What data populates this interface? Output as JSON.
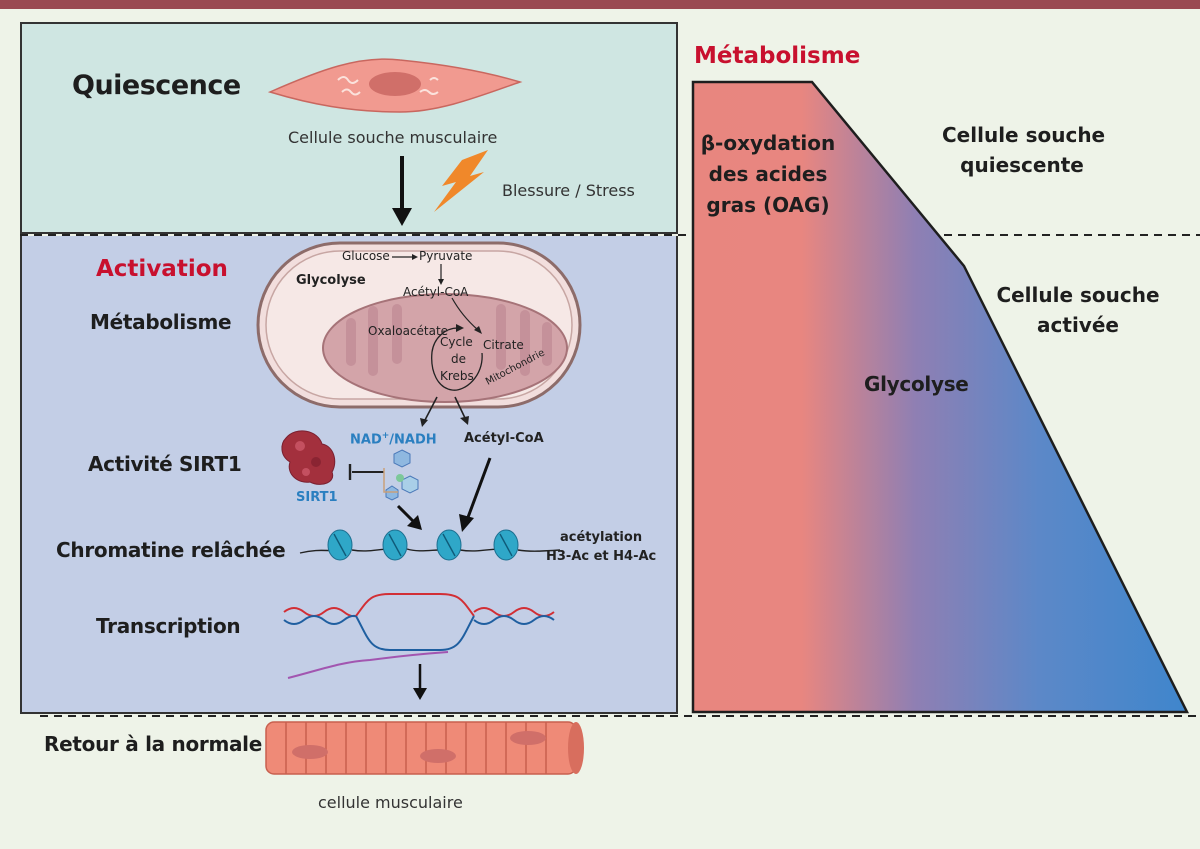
{
  "left": {
    "quiescence_title": "Quiescence",
    "stem_cell_caption": "Cellule souche musculaire",
    "trigger_label": "Blessure / Stress",
    "activation_title": "Activation",
    "rows": {
      "metabolism": "Métabolisme",
      "sirt1_activity": "Activité SIRT1",
      "chromatin": "Chromatine relâchée",
      "transcription": "Transcription"
    },
    "return_label": "Retour à la normale",
    "muscle_cell_caption": "cellule musculaire"
  },
  "cell": {
    "glucose": "Glucose",
    "pyruvate": "Pyruvate",
    "glycolysis": "Glycolyse",
    "acetyl_coa": "Acétyl-CoA",
    "oxaloacetate": "Oxaloacétate",
    "citrate": "Citrate",
    "krebs_line1": "Cycle",
    "krebs_line2": "de",
    "krebs_line3": "Krebs",
    "mitochondria": "Mitochondrie"
  },
  "molecules": {
    "nad_prefix": "NAD",
    "nad_sup": "+",
    "nad_suffix": "/NADH",
    "acetyl_coa_out": "Acétyl-CoA",
    "sirt1": "SIRT1",
    "acetylation_line1": "acétylation",
    "acetylation_line2": "H3-Ac et H4-Ac"
  },
  "right": {
    "title": "Métabolisme",
    "beta_line1": "β-oxydation",
    "beta_line2": "des acides",
    "beta_line3": "gras (OAG)",
    "glycolysis": "Glycolyse",
    "quiescent_line1": "Cellule souche",
    "quiescent_line2": "quiescente",
    "activated_line1": "Cellule souche",
    "activated_line2": "activée"
  },
  "colors": {
    "accent_red": "#c8102e",
    "quiescence_bg": "#cfe6e2",
    "activation_bg": "#c3cee6",
    "oxidation_color": "#e8867f",
    "glycolysis_color": "#3f86cc",
    "nad_blue": "#2a7fc0"
  }
}
